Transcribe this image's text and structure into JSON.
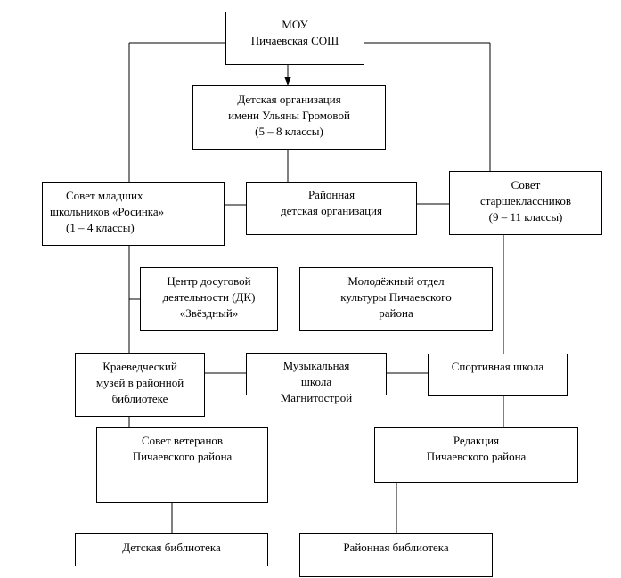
{
  "boxes": {
    "mou": [
      "МОУ",
      "Пичаевская СОШ"
    ],
    "children_org": [
      "Детская организация",
      "имени Ульяны Громовой",
      "(5 – 8 классы)"
    ],
    "junior_council": [
      "Совет младших",
      "школьников «Росинка»",
      "(1 – 4 классы)"
    ],
    "district_org": [
      "Районная",
      "детская организация"
    ],
    "senior_council": [
      "Совет",
      "старшеклассников",
      "(9 – 11 классы)"
    ],
    "leisure_center": [
      "Центр досуговой",
      "деятельности (ДК)",
      "«Звёздный»"
    ],
    "youth_dept": [
      "Молодёжный отдел",
      "культуры  Пичаевского",
      "района"
    ],
    "museum": [
      "Краеведческий",
      "музей в районной",
      "библиотеке"
    ],
    "music_school": [
      "Музыкальная",
      "школа",
      "Магнитострой"
    ],
    "sports_school": [
      "Спортивная школа"
    ],
    "veterans_council": [
      "Совет ветеранов",
      "Пичаевского района"
    ],
    "editorial": [
      "Редакция",
      "Пичаевского района"
    ],
    "children_library": [
      "Детская библиотека"
    ],
    "district_library": [
      "Районная библиотека"
    ]
  }
}
